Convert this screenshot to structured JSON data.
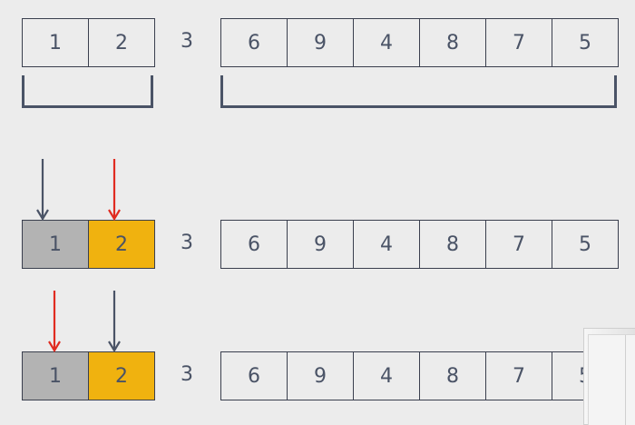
{
  "colors": {
    "stroke": "#3a3f4e",
    "text": "#4a5366",
    "gray_fill": "#b3b3b3",
    "orange_fill": "#f0b20f",
    "red_arrow": "#e02b20",
    "dark_arrow": "#4a5366"
  },
  "rows": [
    {
      "left": [
        {
          "value": "1",
          "fill": "none"
        },
        {
          "value": "2",
          "fill": "none"
        }
      ],
      "pivot": "3",
      "right": [
        "6",
        "9",
        "4",
        "8",
        "7",
        "5"
      ],
      "brackets": true,
      "arrows": []
    },
    {
      "left": [
        {
          "value": "1",
          "fill": "gray"
        },
        {
          "value": "2",
          "fill": "orange"
        }
      ],
      "pivot": "3",
      "right": [
        "6",
        "9",
        "4",
        "8",
        "7",
        "5"
      ],
      "brackets": false,
      "arrows": [
        {
          "cell": 0,
          "color": "dark"
        },
        {
          "cell": 1,
          "color": "red"
        }
      ]
    },
    {
      "left": [
        {
          "value": "1",
          "fill": "gray"
        },
        {
          "value": "2",
          "fill": "orange"
        }
      ],
      "pivot": "3",
      "right": [
        "6",
        "9",
        "4",
        "8",
        "7",
        "5"
      ],
      "brackets": false,
      "arrows": [
        {
          "cell": 0,
          "color": "red"
        },
        {
          "cell": 1,
          "color": "dark"
        }
      ]
    }
  ]
}
